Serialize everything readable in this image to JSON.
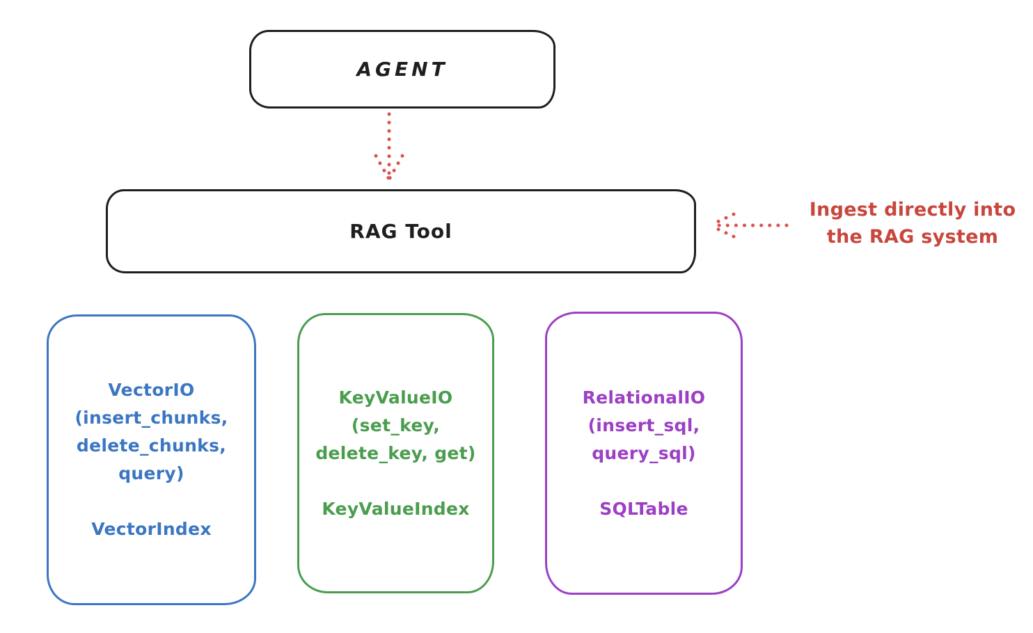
{
  "diagram": {
    "agent": {
      "label": "AGENT",
      "color": "#1e1e1e"
    },
    "rag_tool": {
      "label": "RAG Tool",
      "color": "#1e1e1e"
    },
    "annotation": {
      "line1": "Ingest directly into",
      "line2": "the RAG system",
      "color": "#c8463c"
    },
    "arrows": [
      {
        "name": "agent-to-rag-tool",
        "style": "dotted",
        "direction": "down",
        "color": "#d9534f"
      },
      {
        "name": "ingest-into-rag-tool",
        "style": "dotted",
        "direction": "left",
        "color": "#d9534f"
      }
    ],
    "io_boxes": [
      {
        "lines": [
          "VectorIO",
          "(insert_chunks,",
          "delete_chunks,",
          "query)"
        ],
        "index_label": "VectorIndex",
        "color": "#3b76c2"
      },
      {
        "lines": [
          "KeyValueIO",
          "(set_key,",
          "delete_key, get)"
        ],
        "index_label": "KeyValueIndex",
        "color": "#4a9d4e"
      },
      {
        "lines": [
          "RelationalIO",
          "(insert_sql,",
          "query_sql)"
        ],
        "index_label": "SQLTable",
        "color": "#9c3fc4"
      }
    ]
  }
}
